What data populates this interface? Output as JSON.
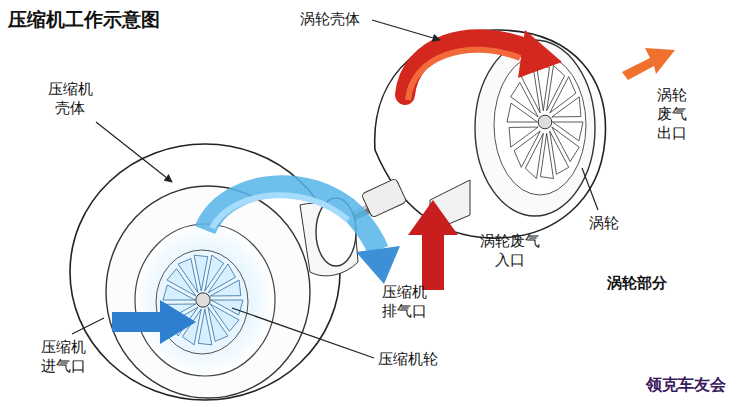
{
  "diagram": {
    "title": "压缩机工作示意图",
    "labels": [
      "压缩机 壳体",
      "涡轮壳体",
      "涡轮 废气 出口",
      "涡轮",
      "涡轮废气 入口",
      "涡轮部分",
      "压缩机 排气口",
      "压缩机轮",
      "压缩机 进气口",
      "领克车友会"
    ]
  }
}
